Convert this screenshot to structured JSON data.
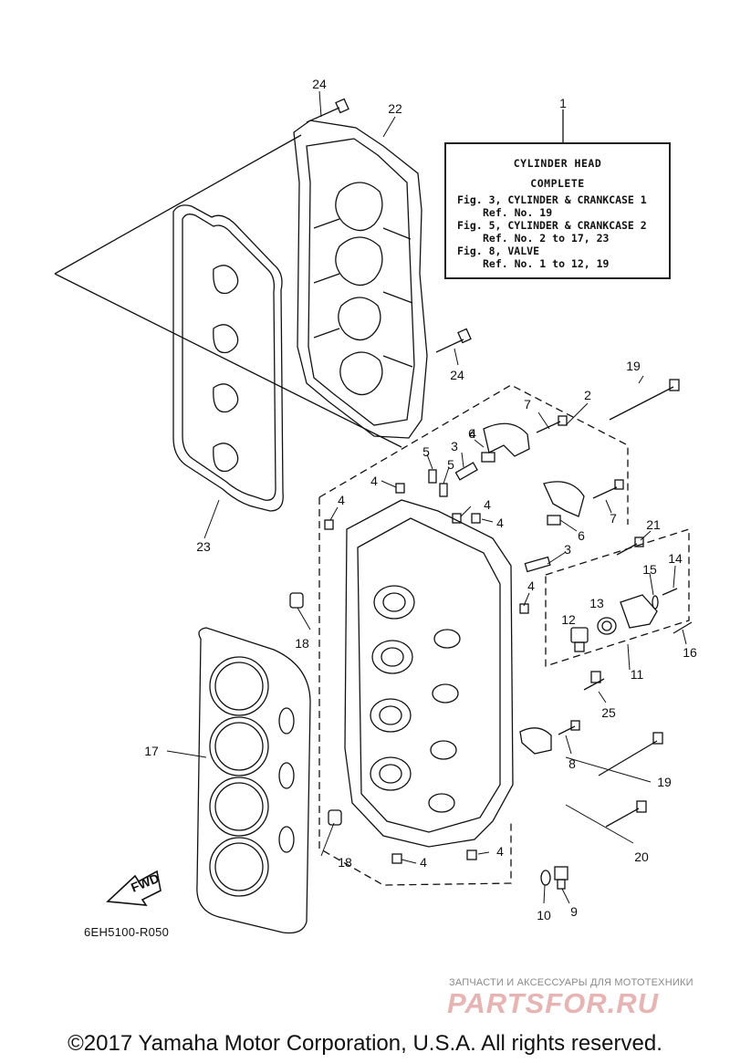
{
  "note_box": {
    "title_line1": "CYLINDER HEAD",
    "title_line2": "COMPLETE",
    "refs": [
      {
        "fig": "Fig. 3, CYLINDER & CRANKCASE 1",
        "ref": "Ref. No. 19"
      },
      {
        "fig": "Fig. 5, CYLINDER & CRANKCASE 2",
        "ref": "Ref. No. 2 to 17, 23"
      },
      {
        "fig": "Fig. 8, VALVE",
        "ref": "Ref. No. 1 to 12, 19"
      }
    ]
  },
  "callouts": [
    "1",
    "2",
    "3",
    "3",
    "4",
    "4",
    "4",
    "4",
    "4",
    "4",
    "4",
    "4",
    "5",
    "5",
    "6",
    "6",
    "7",
    "7",
    "8",
    "9",
    "10",
    "11",
    "12",
    "13",
    "14",
    "15",
    "16",
    "17",
    "18",
    "18",
    "19",
    "19",
    "20",
    "21",
    "22",
    "23",
    "24",
    "24",
    "25"
  ],
  "fwd_label": "FWD",
  "drawing_code": "6EH5100-R050",
  "watermark": {
    "tagline": "ЗАПЧАСТИ И АКСЕССУАРЫ ДЛЯ МОТОТЕХНИКИ",
    "logo": "PARTSFOR.RU",
    "color": "#e7b4b4"
  },
  "copyright": "©2017 Yamaha Motor Corporation, U.S.A. All rights reserved."
}
